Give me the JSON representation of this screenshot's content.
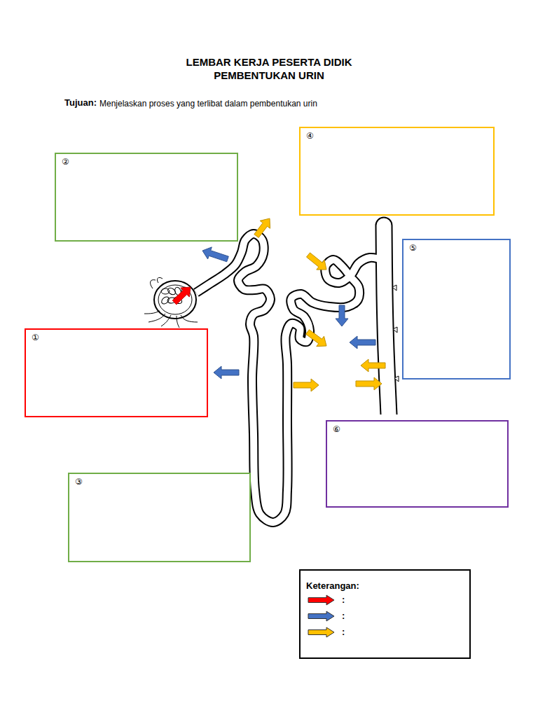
{
  "diagram": {
    "title": "LEMBAR KERJA PESERTA DIDIK PEMBENTUKAN URIN",
    "nodes": [
      {
        "text": [
          "④"
        ]
      },
      {
        "text": [
          "②"
        ]
      },
      {
        "text": [
          "⑤"
        ]
      },
      {
        "text": [
          "①"
        ]
      },
      {
        "text": [
          "⑥"
        ]
      },
      {
        "text": [
          "③"
        ]
      },
      {
        "text": [
          "Keterangan:"
        ]
      }
    ],
    "labels": [
      "Tujuan:",
      "Menjelaskan proses yang terlibat dalam pembentukan urin"
    ],
    "legend": [
      {
        "text": ":",
        "color": "#ff0000"
      },
      {
        "text": ":",
        "color": "#4472c4"
      },
      {
        "text": ":",
        "color": "#ffc000"
      }
    ]
  }
}
